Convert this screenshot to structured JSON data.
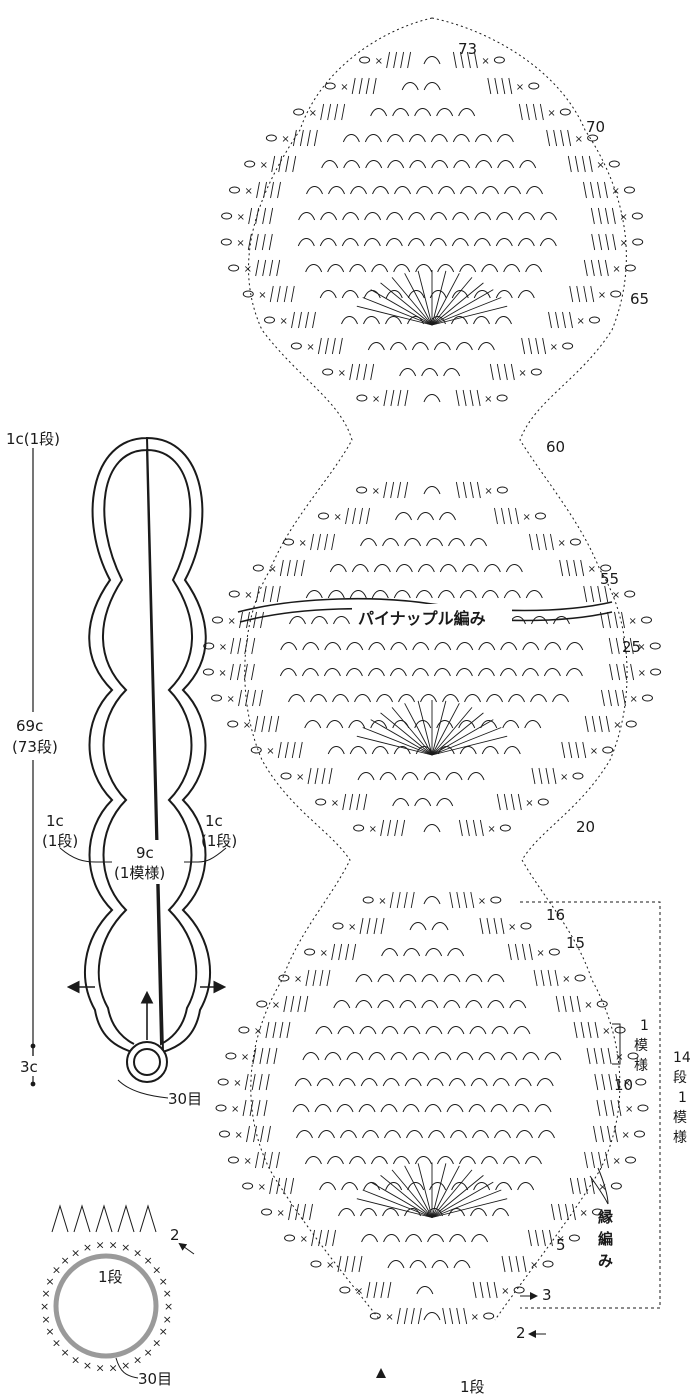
{
  "schematic": {
    "top_label": "1c(1段)",
    "height_label_1": "69c",
    "height_label_2": "(73段)",
    "bottom_label": "3c",
    "left_row_1": "1c",
    "left_row_2": "(1段)",
    "right_row_1": "1c",
    "right_row_2": "(1段)",
    "width_label_1": "9c",
    "width_label_2": "(1模様)",
    "base_stitches": "30目"
  },
  "start_detail": {
    "row_label": "1段",
    "row2_label": "2",
    "stitches": "30目"
  },
  "chart": {
    "title": "パイナップル編み",
    "rows": {
      "r73": "73",
      "r70": "70",
      "r65": "65",
      "r60": "60",
      "r55": "55",
      "r25": "25",
      "r20": "20",
      "r16": "16",
      "r15": "15",
      "r10": "10",
      "r5": "5",
      "r3": "3",
      "r2": "2",
      "r1": "1段"
    },
    "repeat_inner_1": "1",
    "repeat_inner_2": "模",
    "repeat_inner_3": "様",
    "repeat_outer_1": "14",
    "repeat_outer_2": "段",
    "repeat_outer_3": "1",
    "repeat_outer_4": "模",
    "repeat_outer_5": "様",
    "edge_1": "縁",
    "edge_2": "編",
    "edge_3": "み"
  }
}
